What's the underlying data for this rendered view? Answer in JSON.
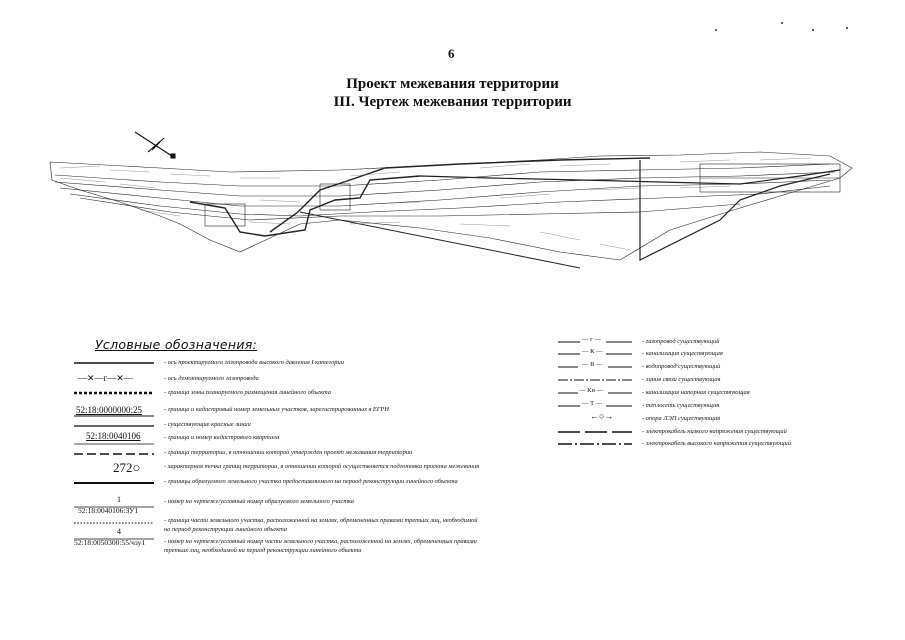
{
  "page_number": "6",
  "title_line1": "Проект межевания территории",
  "title_line2": "III. Чертеж межевания территории",
  "legend": {
    "heading": "Условные обозначения:",
    "left": [
      {
        "symbol": "",
        "text": "- ось проектируемого газопровода высокого давления I категории"
      },
      {
        "symbol": "—✕—г—✕—",
        "text": "- ось демонтируемого газопровода"
      },
      {
        "symbol": "",
        "text": "- граница зоны планируемого размещения линейного объекта"
      },
      {
        "symbol": "52:18:0000000:25",
        "text": "- граница и кадастровый номер земельных участков, зарегистрированных в ЕГРН"
      },
      {
        "symbol": "",
        "text": "- существующие красные линии"
      },
      {
        "symbol": "52:18:0040106",
        "text": "- граница и номер кадастрового квартала"
      },
      {
        "symbol": "",
        "text": "- граница территории, в отношении которой утвержден проект межевания территории"
      },
      {
        "symbol": "272○",
        "text": "- характерная точка границ территории, в отношении которой осуществляется подготовка проекта межевания"
      },
      {
        "symbol": "",
        "text": "- границы образуемого земельного участка предоставляемого на период реконструкции линейного объекта"
      },
      {
        "symbol": "1",
        "symbol2": "52:18:0040106:ЗУ1",
        "text": "- номер на чертеже/условный номер образуемого земельного участка"
      },
      {
        "symbol": "",
        "text": "- граница части земельного участка, расположенной на землях, обремененных правами третьих лиц, необходимой",
        "text2": "на период реконструкции линейного объекта"
      },
      {
        "symbol": "4",
        "symbol2": "52:18:0050300:55/чзу1",
        "text": "- номер на чертеже/условный номер части земельного участка, расположенной на землях, обремененных правами",
        "text2": "третьих лиц, необходимой на период реконструкции линейного объекта"
      }
    ],
    "right": [
      {
        "symbol": "— г —",
        "text": "- газопровод существующий"
      },
      {
        "symbol": "— К —",
        "text": "- канализация существующая"
      },
      {
        "symbol": "— В —",
        "text": "- водопровод существующий"
      },
      {
        "symbol": "",
        "text": "- линия связи существующая"
      },
      {
        "symbol": "— Кн —",
        "text": "- канализация напорная существующая"
      },
      {
        "symbol": "— Т —",
        "text": "- теплосеть существующая"
      },
      {
        "symbol": "←○→",
        "text": "- опора ЛЭП существующая"
      },
      {
        "symbol": "",
        "text": "- электрокабель низкого напряжения существующий"
      },
      {
        "symbol": "",
        "text": "- электрокабель высокого напряжения существующий"
      }
    ]
  }
}
